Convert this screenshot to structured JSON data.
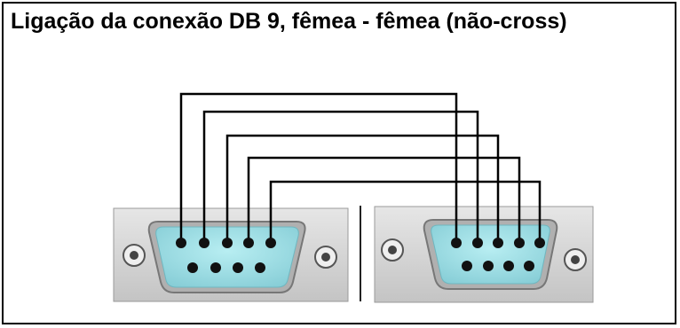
{
  "title": "Ligação da conexão DB 9, fêmea - fêmea (não-cross)",
  "connectors": [
    {
      "name": "left-db9-female",
      "top_row_pins": 5,
      "bottom_row_pins": 4
    },
    {
      "name": "right-db9-female",
      "top_row_pins": 5,
      "bottom_row_pins": 4
    }
  ],
  "wiring": [
    {
      "from_pin": 1,
      "to_pin": 1
    },
    {
      "from_pin": 2,
      "to_pin": 2
    },
    {
      "from_pin": 3,
      "to_pin": 3
    },
    {
      "from_pin": 4,
      "to_pin": 4
    },
    {
      "from_pin": 5,
      "to_pin": 5
    }
  ],
  "colors": {
    "plate": "#d8d8d8",
    "shell": "#9fe0e6",
    "pin": "#111111",
    "wire": "#000000"
  }
}
